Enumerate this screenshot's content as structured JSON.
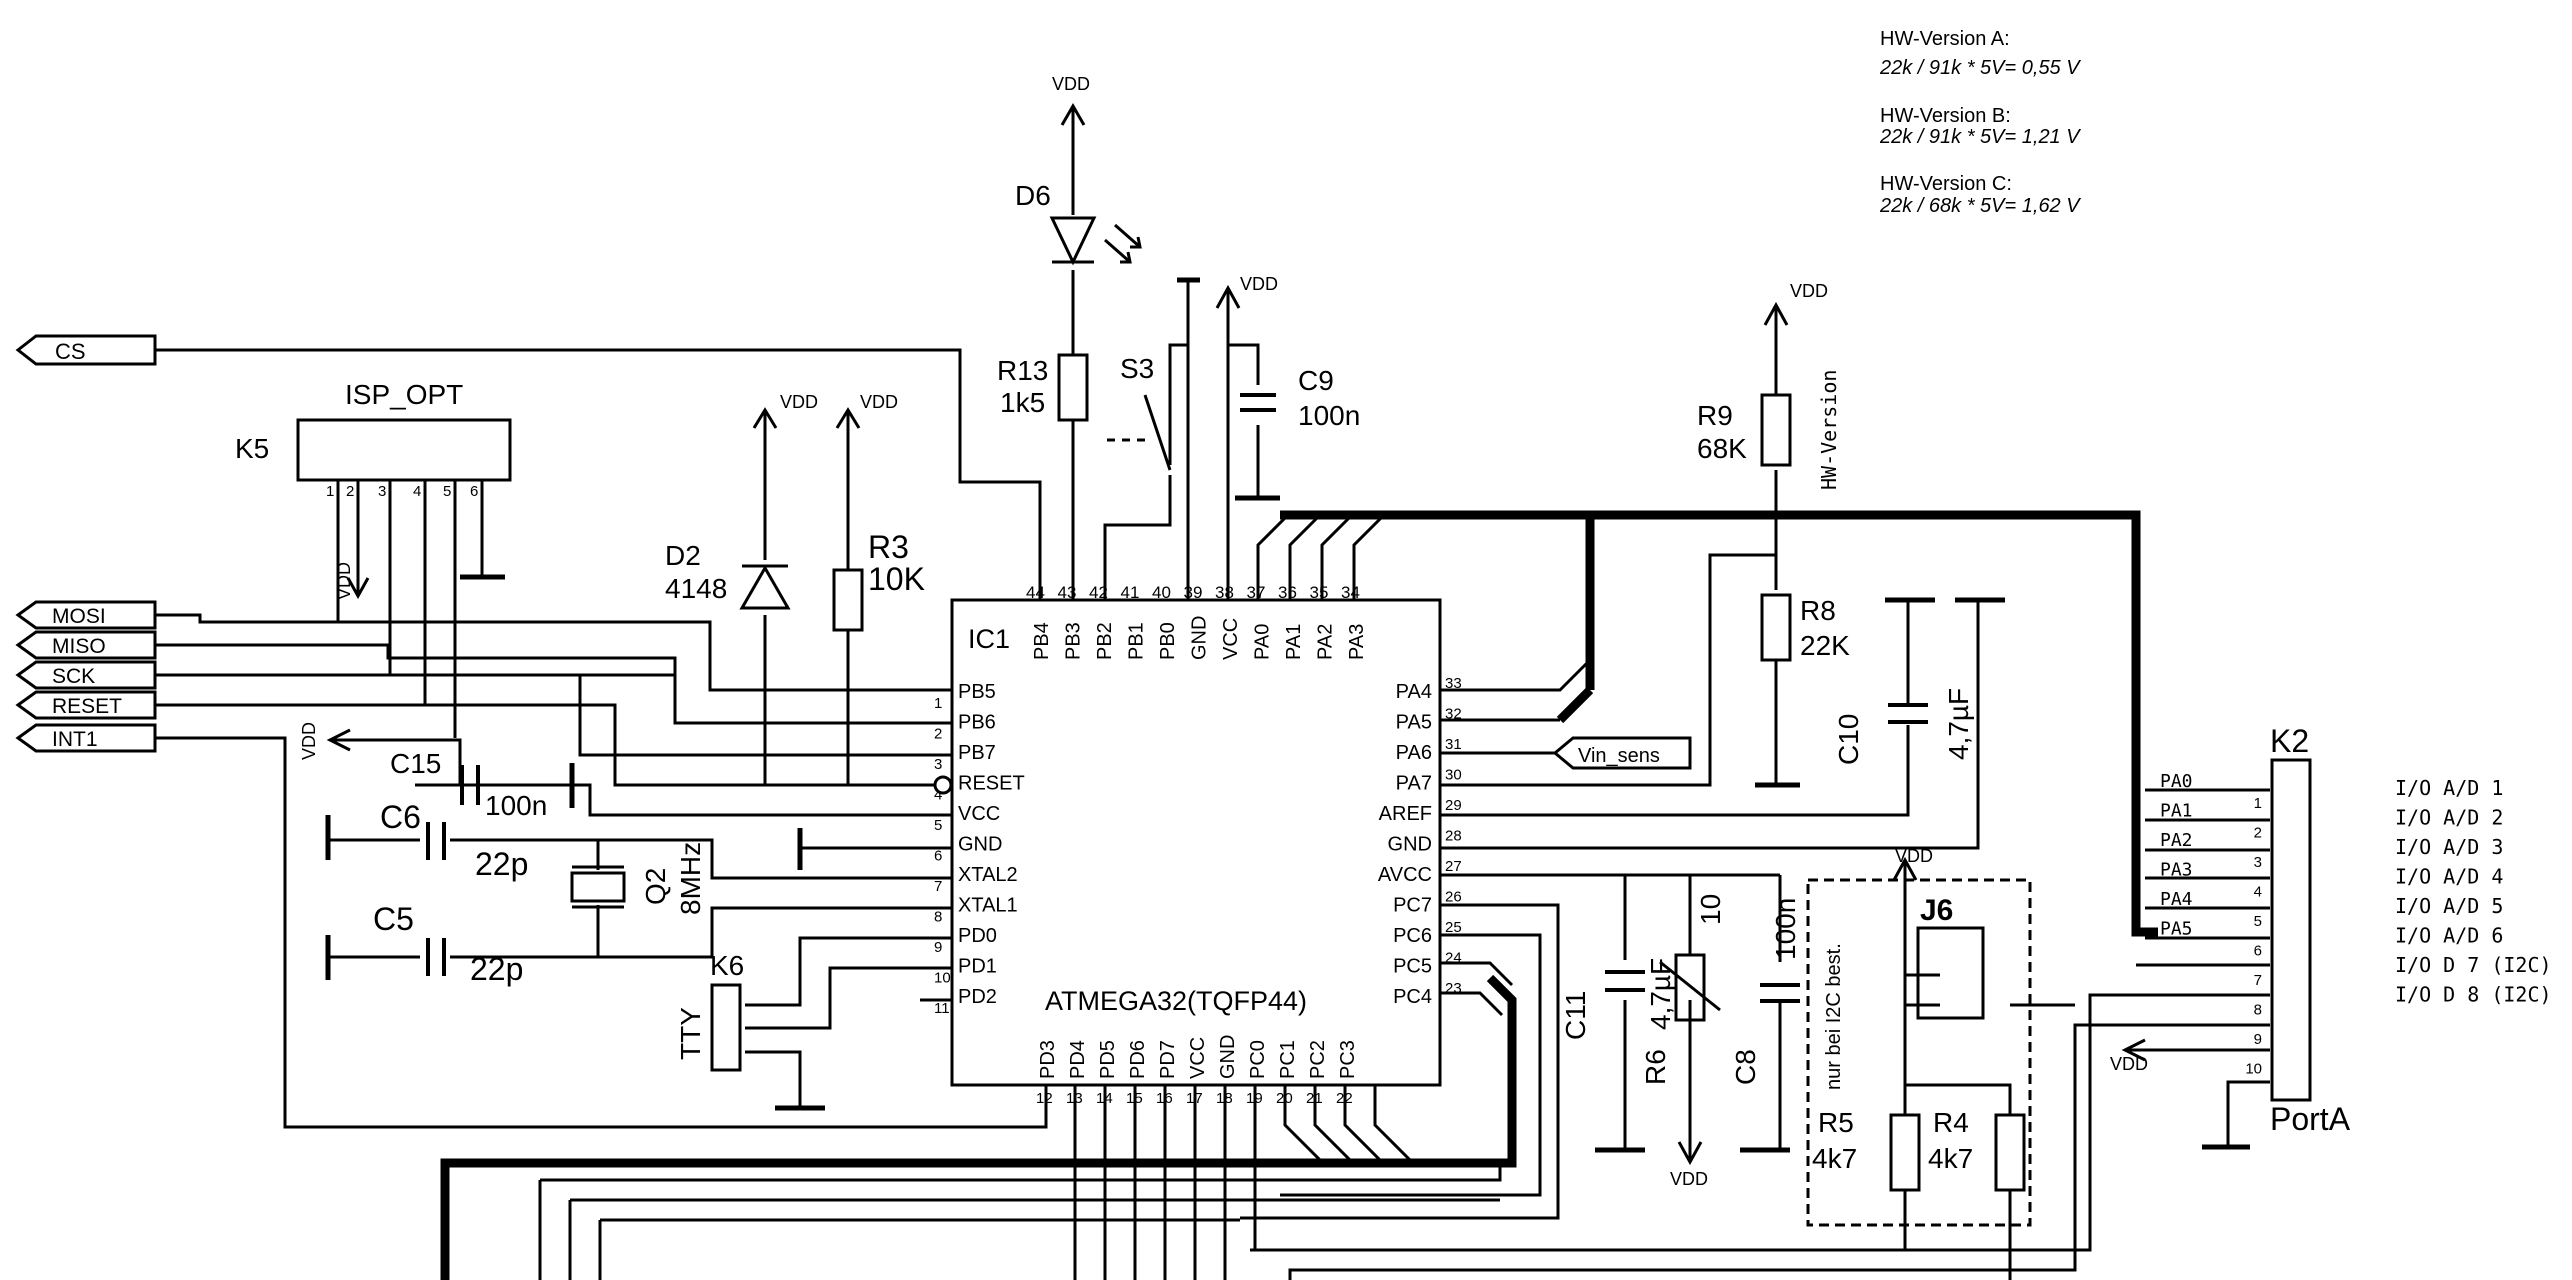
{
  "notes": {
    "a_title": "HW-Version A:",
    "a_formula": "22k / 91k * 5V= 0,55 V",
    "b_title": "HW-Version B:",
    "b_formula": "22k / 91k * 5V= 1,21 V",
    "c_title": "HW-Version C:",
    "c_formula": "22k / 68k * 5V= 1,62 V"
  },
  "ports": {
    "cs": "CS",
    "mosi": "MOSI",
    "miso": "MISO",
    "sck": "SCK",
    "reset": "RESET",
    "int1": "INT1",
    "vin_sens": "Vin_sens"
  },
  "power": {
    "vdd": "VDD"
  },
  "ic1": {
    "ref": "IC1",
    "part": "ATMEGA32(TQFP44)",
    "top_pins": [
      {
        "name": "PB4",
        "num": "44"
      },
      {
        "name": "PB3",
        "num": "43"
      },
      {
        "name": "PB2",
        "num": "42"
      },
      {
        "name": "PB1",
        "num": "41"
      },
      {
        "name": "PB0",
        "num": "40"
      },
      {
        "name": "GND",
        "num": "39"
      },
      {
        "name": "VCC",
        "num": "38"
      },
      {
        "name": "PA0",
        "num": "37"
      },
      {
        "name": "PA1",
        "num": "36"
      },
      {
        "name": "PA2",
        "num": "35"
      },
      {
        "name": "PA3",
        "num": "34"
      }
    ],
    "left_pins": [
      {
        "name": "PB5",
        "num": "1"
      },
      {
        "name": "PB6",
        "num": "2"
      },
      {
        "name": "PB7",
        "num": "3"
      },
      {
        "name": "RESET",
        "num": "4"
      },
      {
        "name": "VCC",
        "num": "5"
      },
      {
        "name": "GND",
        "num": "6"
      },
      {
        "name": "XTAL2",
        "num": "7"
      },
      {
        "name": "XTAL1",
        "num": "8"
      },
      {
        "name": "PD0",
        "num": "9"
      },
      {
        "name": "PD1",
        "num": "10"
      },
      {
        "name": "PD2",
        "num": "11"
      }
    ],
    "right_pins": [
      {
        "name": "PA4",
        "num": "33"
      },
      {
        "name": "PA5",
        "num": "32"
      },
      {
        "name": "PA6",
        "num": "31"
      },
      {
        "name": "PA7",
        "num": "30"
      },
      {
        "name": "AREF",
        "num": "29"
      },
      {
        "name": "GND",
        "num": "28"
      },
      {
        "name": "AVCC",
        "num": "27"
      },
      {
        "name": "PC7",
        "num": "26"
      },
      {
        "name": "PC6",
        "num": "25"
      },
      {
        "name": "PC5",
        "num": "24"
      },
      {
        "name": "PC4",
        "num": "23"
      }
    ],
    "bottom_pins": [
      {
        "name": "PD3",
        "num": "12"
      },
      {
        "name": "PD4",
        "num": "13"
      },
      {
        "name": "PD5",
        "num": "14"
      },
      {
        "name": "PD6",
        "num": "15"
      },
      {
        "name": "PD7",
        "num": "16"
      },
      {
        "name": "VCC",
        "num": "17"
      },
      {
        "name": "GND",
        "num": "18"
      },
      {
        "name": "PC0",
        "num": "19"
      },
      {
        "name": "PC1",
        "num": "20"
      },
      {
        "name": "PC2",
        "num": "21"
      },
      {
        "name": "PC3",
        "num": "22"
      }
    ]
  },
  "components": {
    "k5_ref": "K5",
    "k5_name": "ISP_OPT",
    "k5_pins": [
      "1",
      "2",
      "3",
      "4",
      "5",
      "6"
    ],
    "d2_ref": "D2",
    "d2_val": "4148",
    "r3_ref": "R3",
    "r3_val": "10K",
    "d6_ref": "D6",
    "r13_ref": "R13",
    "r13_val": "1k5",
    "s3_ref": "S3",
    "c9_ref": "C9",
    "c9_val": "100n",
    "r9_ref": "R9",
    "r9_val": "68K",
    "hw_version": "HW-Version",
    "r8_ref": "R8",
    "r8_val": "22K",
    "c10_ref": "C10",
    "c10_val": "4,7µF",
    "c15_ref": "C15",
    "c15_val": "100n",
    "c6_ref": "C6",
    "c6_val": "22p",
    "c5_ref": "C5",
    "c5_val": "22p",
    "q2_ref": "Q2",
    "q2_val": "8MHz",
    "k6_ref": "K6",
    "k6_name": "TTY",
    "c11_ref": "C11",
    "c11_val": "4,7µF",
    "r6_ref": "R6",
    "r6_val": "10",
    "c8_ref": "C8",
    "c8_val": "100n",
    "j6_ref": "J6",
    "j6_note": "nur bei I2C best.",
    "r5_ref": "R5",
    "r5_val": "4k7",
    "r4_ref": "R4",
    "r4_val": "4k7",
    "k2_ref": "K2",
    "k2_name": "PortA"
  },
  "k2": {
    "wire_labels": [
      "PA0",
      "PA1",
      "PA2",
      "PA3",
      "PA4",
      "PA5"
    ],
    "pin_nums": [
      "1",
      "2",
      "3",
      "4",
      "5",
      "6",
      "7",
      "8",
      "9",
      "10"
    ],
    "io_labels": [
      "I/O A/D 1",
      "I/O A/D 2",
      "I/O A/D 3",
      "I/O A/D 4",
      "I/O A/D 5",
      "I/O A/D 6",
      "I/O D 7 (I2C)",
      "I/O D 8 (I2C)"
    ]
  }
}
